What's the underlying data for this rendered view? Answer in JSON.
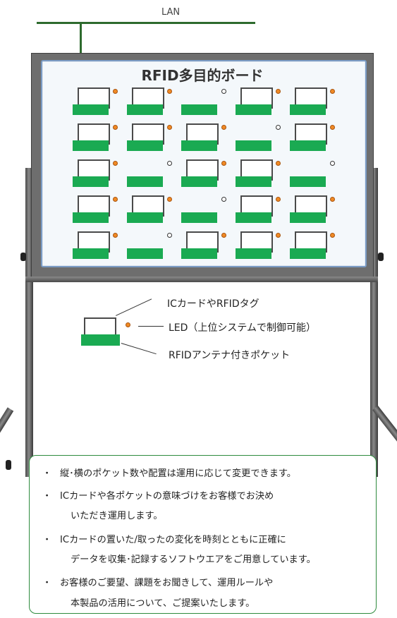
{
  "network": {
    "label": "LAN"
  },
  "board": {
    "title": "RFID多目的ボード",
    "rows": [
      [
        "card-on",
        "card-on",
        "empty-off",
        "card-on",
        "card-on"
      ],
      [
        "card-on",
        "card-on",
        "card-on",
        "empty-off",
        "card-on"
      ],
      [
        "card-on",
        "empty-off",
        "card-on",
        "card-on",
        "empty-off"
      ],
      [
        "card-on",
        "card-on",
        "empty-off",
        "card-on",
        "card-on"
      ],
      [
        "card-on",
        "empty-off",
        "card-on",
        "card-on",
        "card-on"
      ]
    ]
  },
  "legend": {
    "card": "ICカードやRFIDタグ",
    "led": "LED（上位システムで制御可能）",
    "pocket": "RFIDアンテナ付きポケット"
  },
  "colors": {
    "strip": "#1aaa52",
    "led_on": "#f08a24",
    "notes_border": "#2e8b3e",
    "lan": "#2e6b2e"
  },
  "notes": [
    {
      "bullet": "・",
      "lines": [
        "縦･横のポケット数や配置は運用に応じて変更できます。"
      ]
    },
    {
      "bullet": "・",
      "lines": [
        "ICカードや各ポケットの意味づけをお客様でお決め",
        "いただき運用します。"
      ]
    },
    {
      "bullet": "・",
      "lines": [
        "ICカードの置いた/取ったの変化を時刻とともに正確に",
        "データを収集･記録するソフトウエアをご用意しています。"
      ]
    },
    {
      "bullet": "・",
      "lines": [
        "お客様のご要望、課題をお聞きして、運用ルールや",
        "本製品の活用について、ご提案いたします。"
      ]
    }
  ]
}
